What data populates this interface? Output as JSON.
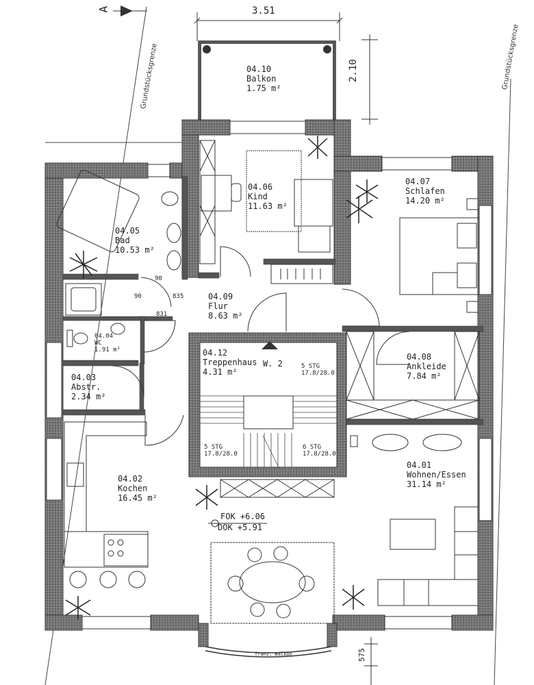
{
  "header": {
    "section_marker": "A"
  },
  "dimensions": {
    "balcony_width": "3.51",
    "balcony_depth": "2.10",
    "bay_depth": "575"
  },
  "boundary_labels": {
    "left": "Grundstücksgrenze",
    "right": "Grundstücksgrenze"
  },
  "rooms": [
    {
      "id": "balkon",
      "code": "04.10",
      "name": "Balkon",
      "area": "1.75 m²"
    },
    {
      "id": "kind",
      "code": "04.06",
      "name": "Kind",
      "area": "11.63 m²"
    },
    {
      "id": "schlafen",
      "code": "04.07",
      "name": "Schlafen",
      "area": "14.20 m²"
    },
    {
      "id": "bad",
      "code": "04.05",
      "name": "Bad",
      "area": "10.53 m²"
    },
    {
      "id": "flur",
      "code": "04.09",
      "name": "Flur",
      "area": "8.63 m²"
    },
    {
      "id": "wc",
      "code": "04.04",
      "name": "WC",
      "area": "1.91 m²"
    },
    {
      "id": "treppenhaus",
      "code": "04.12",
      "name": "Treppenhaus",
      "area": "4.31 m²"
    },
    {
      "id": "ankleide",
      "code": "04.08",
      "name": "Ankleide",
      "area": "7.84 m²"
    },
    {
      "id": "abstr",
      "code": "04.03",
      "name": "Abstr.",
      "area": "2.34 m²"
    },
    {
      "id": "kochen",
      "code": "04.02",
      "name": "Kochen",
      "area": "16.45 m²"
    },
    {
      "id": "wohnen",
      "code": "04.01",
      "name": "Wohnen/Essen",
      "area": "31.14 m²"
    }
  ],
  "stair_notes": {
    "wohnung": "W. 2",
    "flight_top_label": "5 STG",
    "flight_top_ratio": "17.8/28.0",
    "flight_left_label": "5 STG",
    "flight_left_ratio": "17.8/28.0",
    "flight_right_label": "6 STG",
    "flight_right_ratio": "17.8/28.0"
  },
  "door_notes": {
    "d1": "90",
    "d2": "90",
    "d3": "835",
    "d4": "831"
  },
  "levels": {
    "fok": "FOK +6.06",
    "dok": "DOK +5.91"
  },
  "bay_label": {
    "line1": "franz. Balkon"
  }
}
